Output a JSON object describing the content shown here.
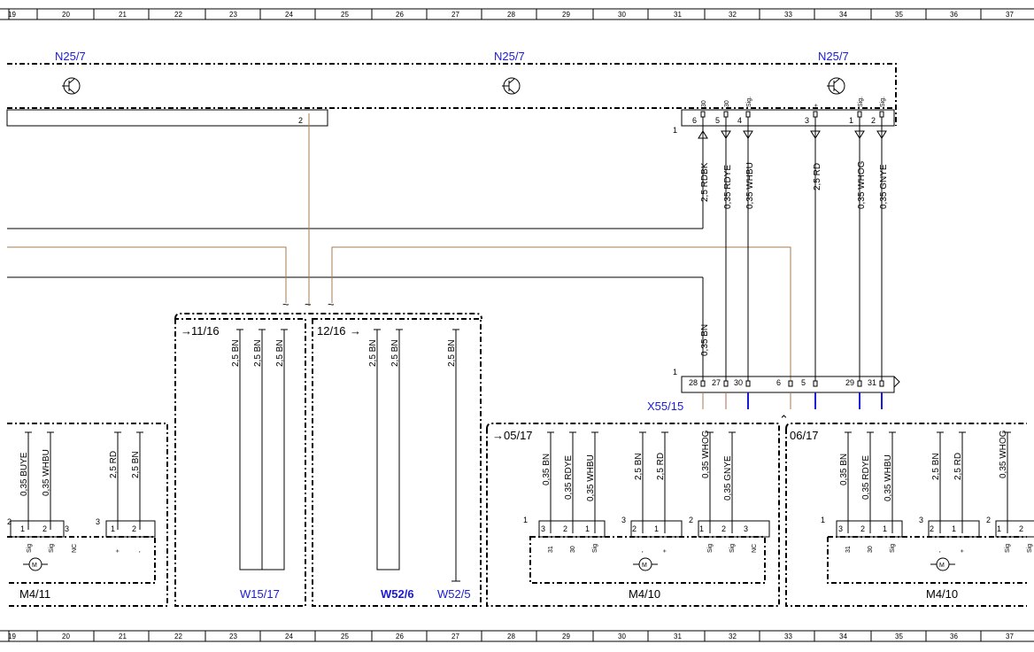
{
  "ruler": [
    "19",
    "20",
    "21",
    "22",
    "23",
    "24",
    "25",
    "26",
    "27",
    "28",
    "29",
    "30",
    "31",
    "32",
    "33",
    "34",
    "35",
    "36",
    "37"
  ],
  "components": {
    "n25_7_a": "N25/7",
    "n25_7_b": "N25/7",
    "n25_7_c": "N25/7",
    "x55_15": "X55/15",
    "m4_11": "M4/11",
    "m4_10_a": "M4/10",
    "m4_10_b": "M4/10",
    "w15_17": "W15/17",
    "w52_6": "W52/6",
    "w52_5": "W52/5"
  },
  "page_refs": {
    "r11_16": "11/16",
    "r12_16": "12/16",
    "r05_17": "05/17",
    "r06_17": "06/17"
  },
  "wires_top": [
    "2,5 RDBK",
    "0,35 RDYE",
    "0,35 WHBU",
    "2,5 RD",
    "0,35 WHOG",
    "0,35 GNYE"
  ],
  "wire_mid": "0,35 BN",
  "wires_ground_11": [
    "2,5 BN",
    "2,5 BN",
    "2,5 BN"
  ],
  "wires_ground_12": [
    "2,5 BN",
    "2,5 BN",
    "2,5 BN"
  ],
  "wires_m4_11": [
    "0,35 BUYE",
    "0,35 WHBU",
    "2,5 RD",
    "2,5 BN"
  ],
  "wires_m4_10": [
    "0,35 BN",
    "0,35 RDYE",
    "0,35 WHBU",
    "2,5 BN",
    "2,5 RD",
    "0,35 WHOG",
    "0,35 GNYE"
  ],
  "wires_m4_10b": [
    "0,35 BN",
    "0,35 RDYE",
    "0,35 WHBU",
    "2,5 BN",
    "2,5 RD",
    "0,35 WHOG"
  ],
  "pins_top": [
    "6",
    "5",
    "4",
    "3",
    "1",
    "2"
  ],
  "pin_top_types": [
    "30",
    "30",
    "Sig.",
    "+",
    "Sig.",
    "Sig."
  ],
  "pin_top_2": "2",
  "connector_num": "1",
  "x55_pins": [
    "28",
    "27",
    "30",
    "6",
    "5",
    "29",
    "31"
  ],
  "m4_11_pins": {
    "conn2": "2",
    "conn3": "3",
    "p1": "1",
    "p2": "2",
    "p3": "3",
    "sig": "Sig",
    "nc": "NC",
    "plus": "+",
    "minus": "-"
  },
  "m4_10_pins": {
    "c1": "1",
    "c3": "3",
    "c2": "2",
    "p3": "3",
    "p2": "2",
    "p1": "1",
    "t31": "31",
    "t30": "30",
    "sig": "Sig",
    "nc": "NC",
    "plus": "+",
    "minus": "-"
  },
  "motor_symbol": "M"
}
